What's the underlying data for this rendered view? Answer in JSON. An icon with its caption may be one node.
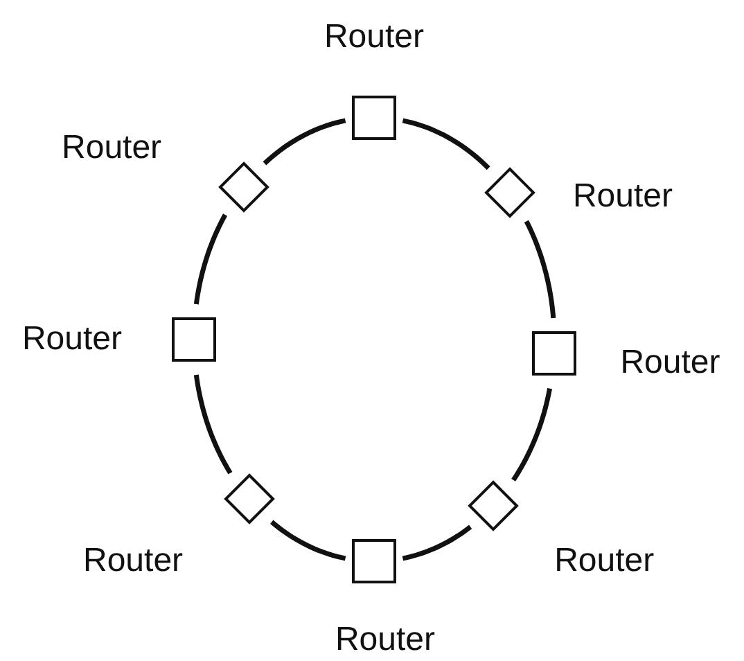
{
  "diagram": {
    "nodes": [
      {
        "text": [],
        "shape": "box",
        "beside": [
          "Router"
        ]
      },
      {
        "text": [],
        "shape": "diamond",
        "beside": [
          "Router"
        ]
      },
      {
        "text": [],
        "shape": "diamond",
        "beside": [
          "Router"
        ]
      },
      {
        "text": [],
        "shape": "box",
        "beside": [
          "Router"
        ]
      },
      {
        "text": [],
        "shape": "box",
        "beside": [
          "Router"
        ]
      },
      {
        "text": [],
        "shape": "diamond",
        "beside": [
          "Router"
        ]
      },
      {
        "text": [],
        "shape": "diamond",
        "beside": [
          "Router"
        ]
      },
      {
        "text": [],
        "shape": "box",
        "beside": [
          "Router"
        ]
      }
    ],
    "edges": [
      {
        "from": 0,
        "to": 2,
        "arrow": "none"
      },
      {
        "from": 2,
        "to": 4,
        "arrow": "none"
      },
      {
        "from": 4,
        "to": 6,
        "arrow": "none"
      },
      {
        "from": 6,
        "to": 7,
        "arrow": "none"
      },
      {
        "from": 7,
        "to": 5,
        "arrow": "none"
      },
      {
        "from": 5,
        "to": 3,
        "arrow": "none"
      },
      {
        "from": 3,
        "to": 1,
        "arrow": "none"
      },
      {
        "from": 1,
        "to": 0,
        "arrow": "none"
      }
    ]
  }
}
